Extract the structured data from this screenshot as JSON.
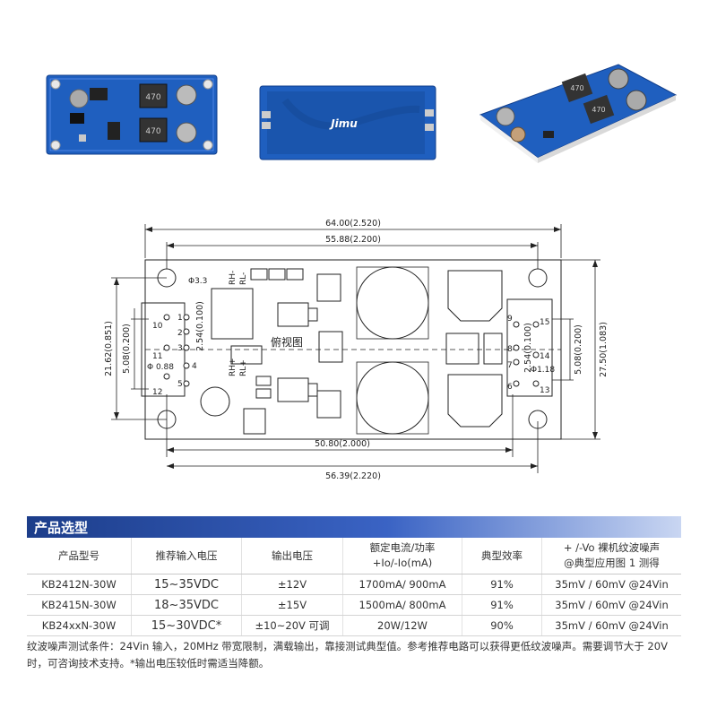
{
  "photos": {
    "left": {
      "cap1": "470",
      "cap2": "470"
    },
    "middle": {
      "brand": "Jimu"
    },
    "right": {
      "cap1": "470",
      "cap2": "470"
    }
  },
  "drawing": {
    "top_view_label": "俯视图",
    "dim_overall_width": "64.00(2.520)",
    "dim_hole_spacing": "55.88(2.200)",
    "dim_pin_span": "50.80(2.000)",
    "dim_pin_outer": "56.39(2.220)",
    "dim_left_height": "21.62(0.851)",
    "dim_left_pitch": "5.08(0.200)",
    "dim_overall_height": "27.50(1.083)",
    "dim_right_pitch": "5.08(0.200)",
    "dim_pin_pitch_left": "2.54(0.100)",
    "dim_pin_pitch_right": "2.54(0.100)",
    "hole_dia": "Φ3.3",
    "pin_dia_left": "Φ 0.88",
    "pin_dia_right": "Φ1.18",
    "left_pins": [
      "1",
      "2",
      "3",
      "4",
      "5",
      "10",
      "11",
      "12"
    ],
    "right_pins": [
      "6",
      "7",
      "8",
      "9",
      "13",
      "14",
      "15"
    ],
    "silk_rh_minus": "RH-",
    "silk_rl_minus": "RL-",
    "silk_rh_plus": "RH+",
    "silk_rl_plus": "RL+"
  },
  "section": {
    "title": "产品选型"
  },
  "table": {
    "headers": [
      "产品型号",
      "推荐输入电压",
      "输出电压",
      "额定电流/功率\n+Io/-Io(mA)",
      "典型效率",
      "+ /-Vo 裸机纹波噪声\n@典型应用图 1 测得"
    ],
    "rows": [
      [
        "KB2412N-30W",
        "15~35VDC",
        "±12V",
        "1700mA/ 900mA",
        "91%",
        "35mV / 60mV @24Vin"
      ],
      [
        "KB2415N-30W",
        "18~35VDC",
        "±15V",
        "1500mA/ 800mA",
        "91%",
        "35mV / 60mV @24Vin"
      ],
      [
        "KB24xxN-30W",
        "15~30VDC*",
        "±10~20V 可调",
        "20W/12W",
        "90%",
        "35mV / 60mV @24Vin"
      ]
    ]
  },
  "note": "纹波噪声测试条件：24Vin 输入，20MHz 带宽限制，满载输出，靠接测试典型值。参考推荐电路可以获得更低纹波噪声。需要调节大于 20V 时，可咨询技术支持。*输出电压较低时需适当降额。",
  "colors": {
    "pcb_blue": "#1f5fbf",
    "pcb_blue_dark": "#123f8c",
    "header_bar": "#1c3d8a",
    "trace": "#222222"
  }
}
